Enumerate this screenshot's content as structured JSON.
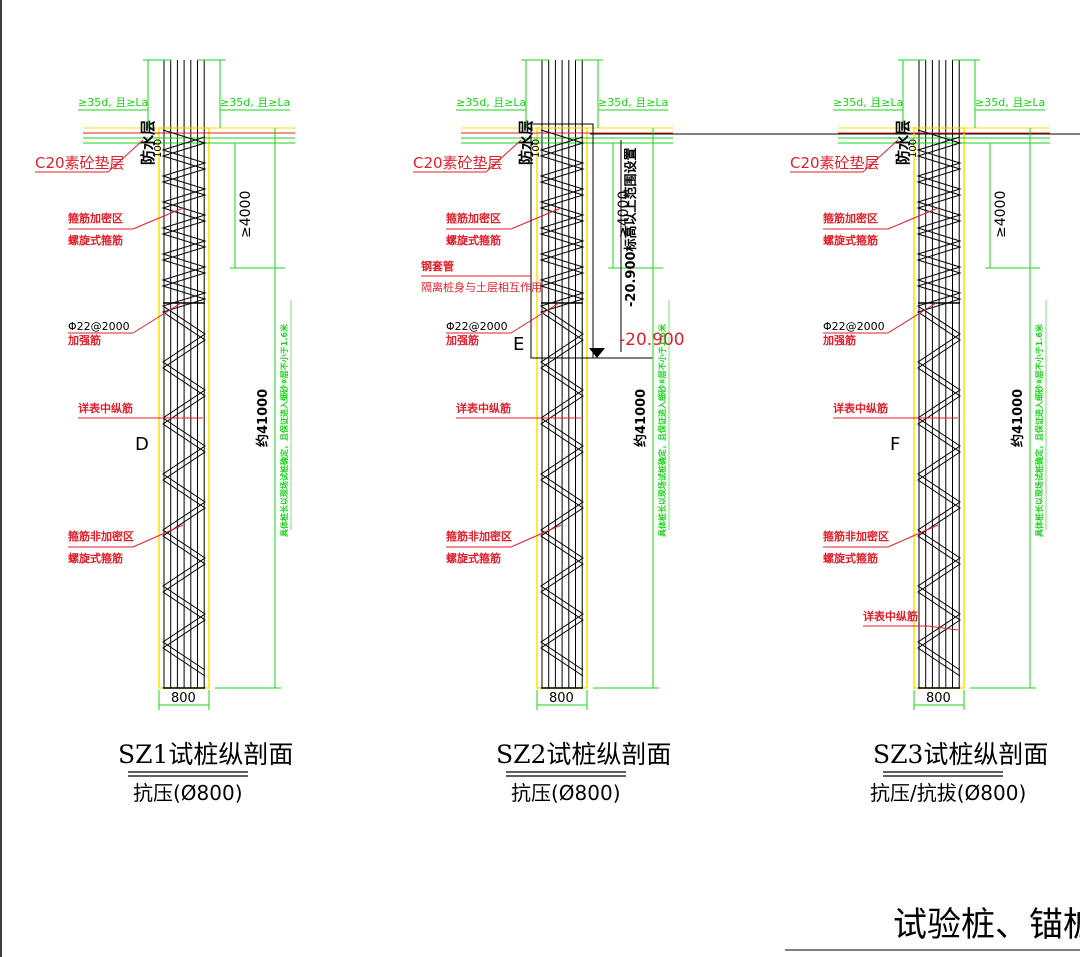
{
  "colors": {
    "background": "#ffffff",
    "linework": "#000000",
    "leader": "#e0202c",
    "dimension": "#18d418",
    "outline": "#ffe000"
  },
  "piles": [
    {
      "id": "SZ1",
      "title": "SZ1试桩纵剖面",
      "subtitle": "抗压(Ø800)",
      "section_mark": "D",
      "anchor_label_left": "≥35d, 且≥La",
      "anchor_label_right": "≥35d, 且≥La",
      "cushion_label": "C20素砼垫层",
      "waterproof_label": "防水层",
      "waterproof_value": "100",
      "dense_zone": [
        "箍筋加密区",
        "螺旋式箍筋"
      ],
      "dense_length": "≥4000",
      "stiffener": [
        "Φ22@2000",
        "加强筋"
      ],
      "longitudinal": "详表中纵筋",
      "sparse_zone": [
        "箍筋非加密区",
        "螺旋式箍筋"
      ],
      "total_length": "约41000",
      "vertical_note": "具体桩长以现场试桩确定，且保证进入细砂⑧层不小于1.6米",
      "diameter": "800"
    },
    {
      "id": "SZ2",
      "title": "SZ2试桩纵剖面",
      "subtitle": "抗压(Ø800)",
      "section_mark": "E",
      "anchor_label_left": "≥35d, 且≥La",
      "anchor_label_right": "≥35d, 且≥La",
      "cushion_label": "C20素砼垫层",
      "waterproof_label": "防水层",
      "waterproof_value": "100",
      "dense_zone": [
        "箍筋加密区",
        "螺旋式箍筋"
      ],
      "dense_length": "≥4000",
      "casing": [
        "钢套管",
        "隔离桩身与土层相互作用"
      ],
      "stiffener": [
        "Φ22@2000",
        "加强筋"
      ],
      "longitudinal": "详表中纵筋",
      "sparse_zone": [
        "箍筋非加密区",
        "螺旋式箍筋"
      ],
      "total_length": "约41000",
      "casing_note": "-20.900标高以上范围设置",
      "elevation": "-20.900",
      "vertical_note": "具体桩长以现场试桩确定，且保证进入细砂⑧层不小于1.6米",
      "diameter": "800"
    },
    {
      "id": "SZ3",
      "title": "SZ3试桩纵剖面",
      "subtitle": "抗压/抗拔(Ø800)",
      "section_mark": "F",
      "anchor_label_left": "≥35d, 且≥La",
      "anchor_label_right": "≥35d, 且≥La",
      "cushion_label": "C20素砼垫层",
      "waterproof_label": "防水层",
      "waterproof_value": "100",
      "dense_zone": [
        "箍筋加密区",
        "螺旋式箍筋"
      ],
      "dense_length": "≥4000",
      "stiffener": [
        "Φ22@2000",
        "加强筋"
      ],
      "longitudinal": "详表中纵筋",
      "sparse_zone": [
        "箍筋非加密区",
        "螺旋式箍筋"
      ],
      "longitudinal_lower": "详表中纵筋",
      "total_length": "约41000",
      "vertical_note": "具体桩长以现场试桩确定，且保证进入细砂⑧层不小于1.6米",
      "diameter": "800"
    }
  ],
  "sheet_title": "试验桩、锚桩"
}
